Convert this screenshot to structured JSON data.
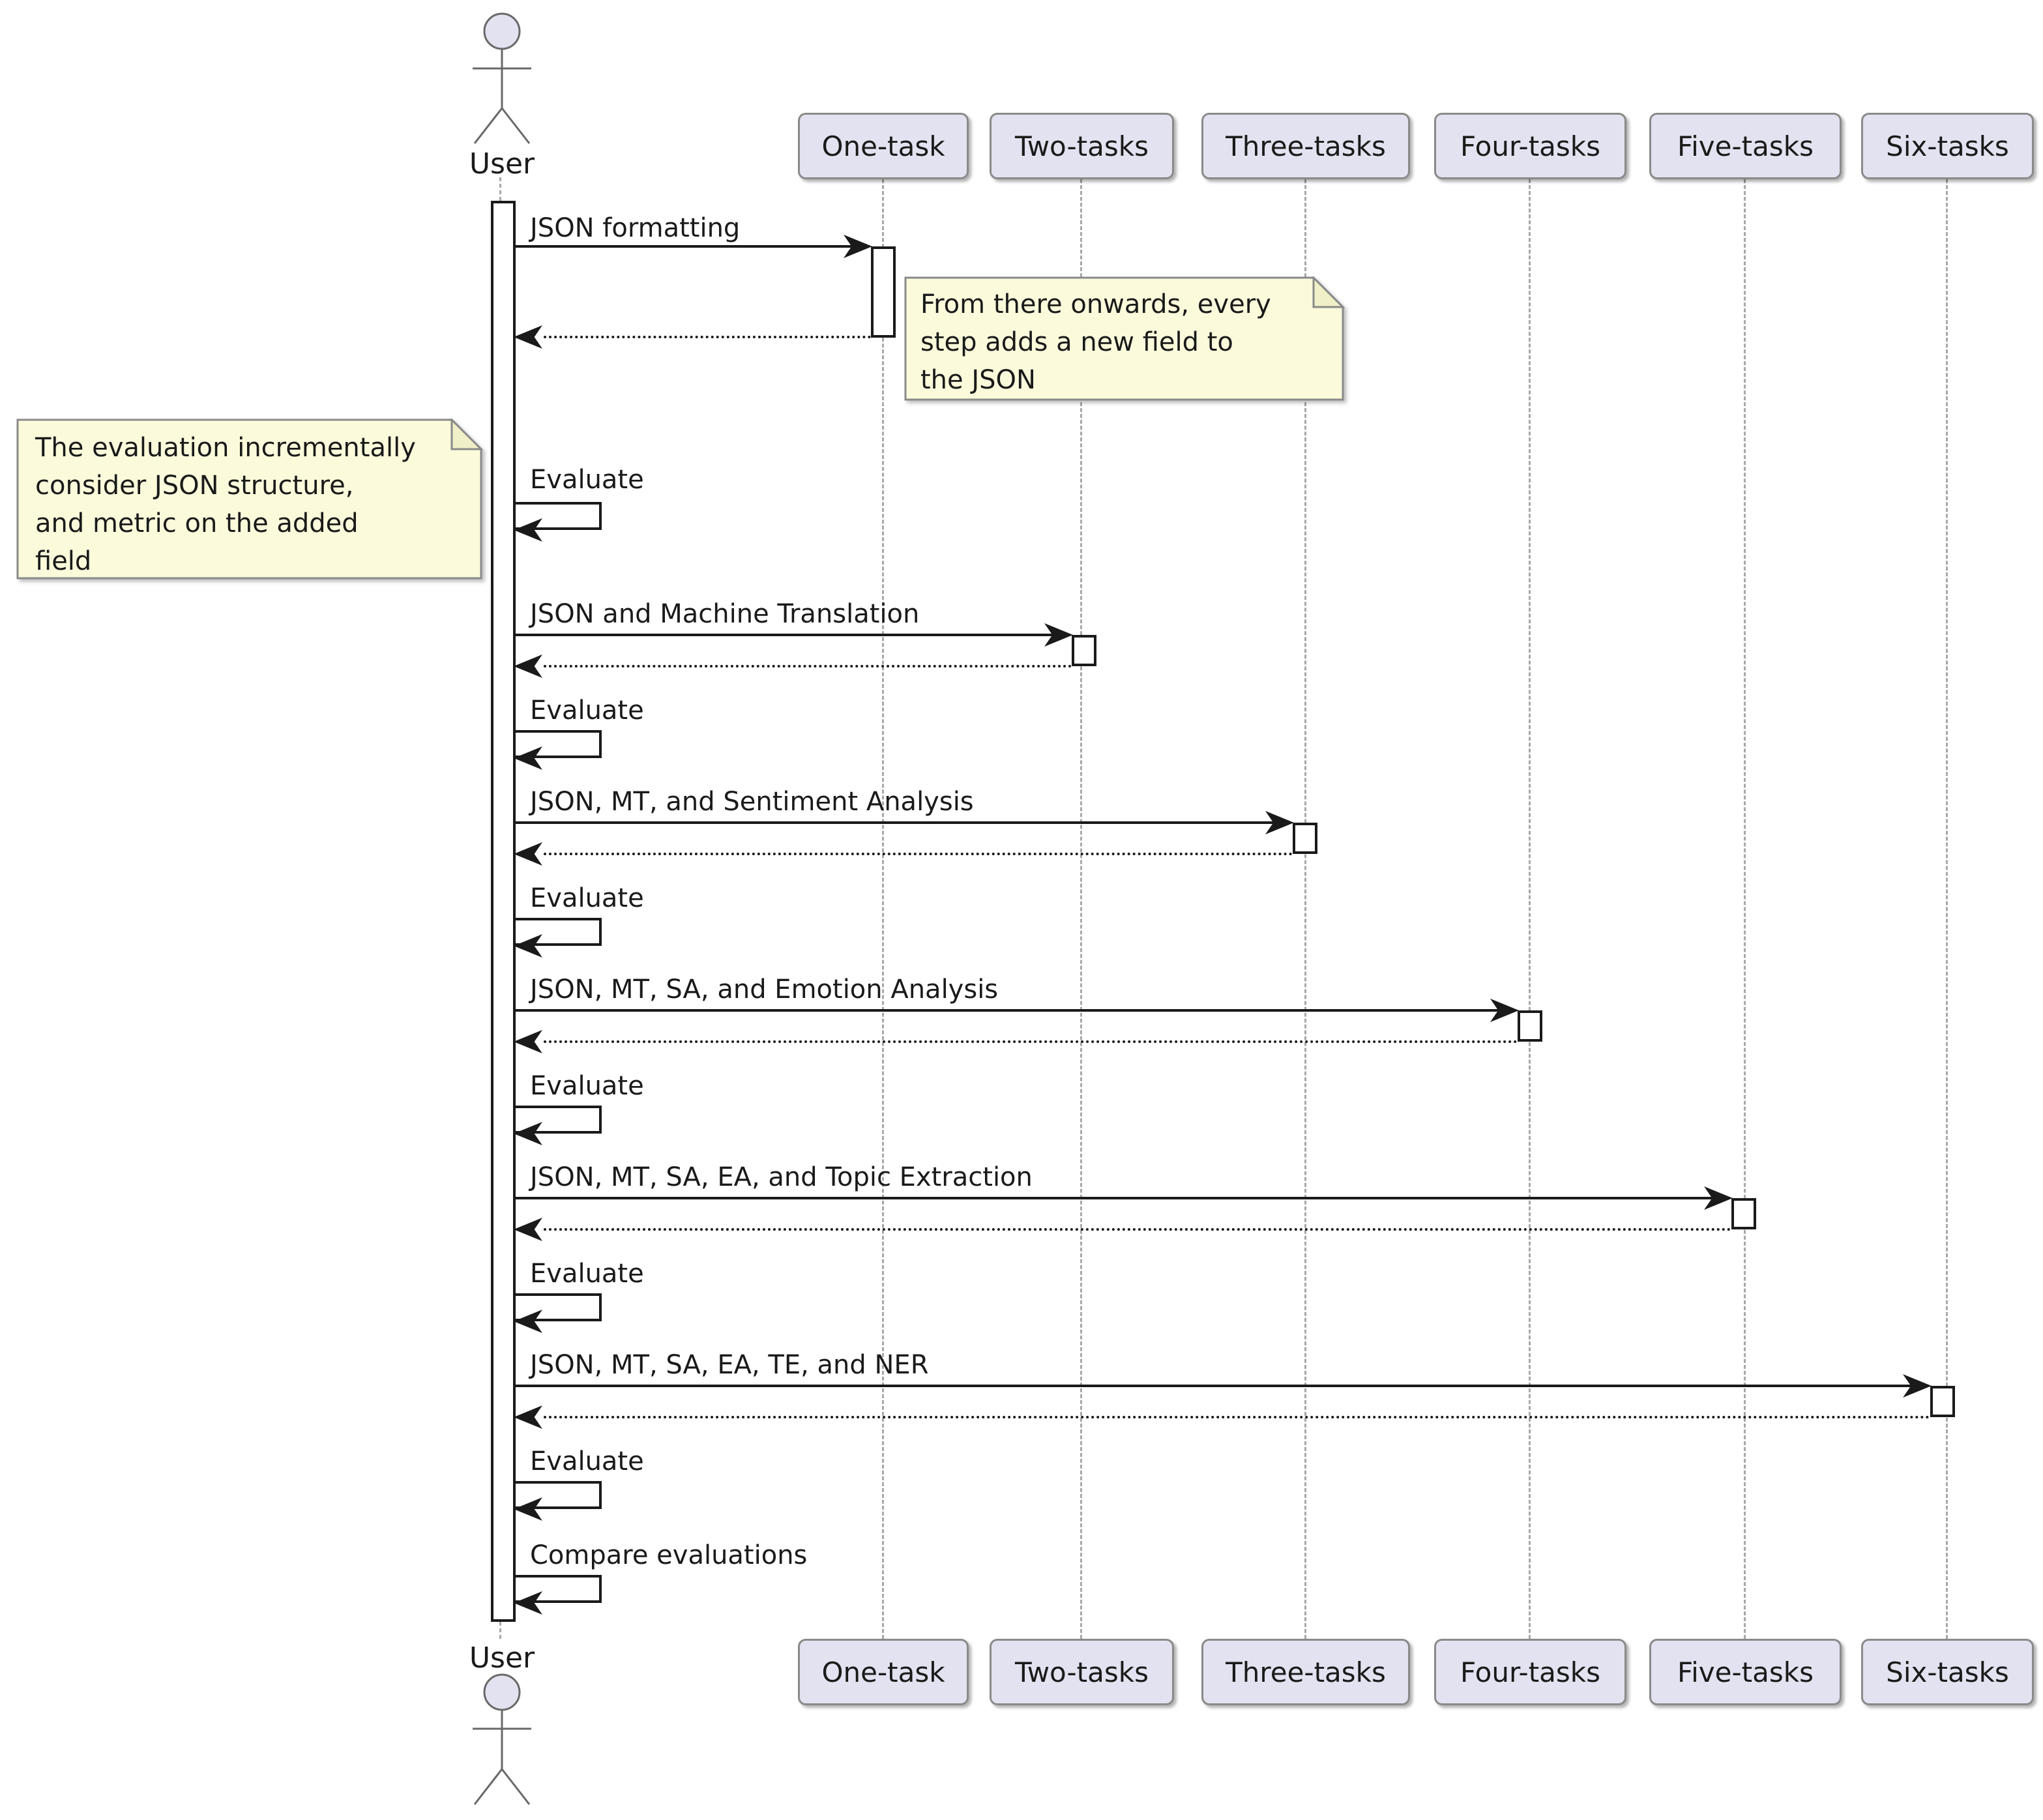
{
  "diagram": {
    "type": "uml-sequence-diagram",
    "actor": {
      "label": "User"
    },
    "participants": [
      {
        "label": "One-task"
      },
      {
        "label": "Two-tasks"
      },
      {
        "label": "Three-tasks"
      },
      {
        "label": "Four-tasks"
      },
      {
        "label": "Five-tasks"
      },
      {
        "label": "Six-tasks"
      }
    ],
    "messages": [
      {
        "label": "JSON formatting",
        "type": "call",
        "from": "User",
        "to": "One-task",
        "has_reply": true
      },
      {
        "label": "Evaluate",
        "type": "self",
        "from": "User",
        "to": "User"
      },
      {
        "label": "JSON and Machine Translation",
        "type": "call",
        "from": "User",
        "to": "Two-tasks",
        "has_reply": true
      },
      {
        "label": "Evaluate",
        "type": "self",
        "from": "User",
        "to": "User"
      },
      {
        "label": "JSON, MT, and Sentiment Analysis",
        "type": "call",
        "from": "User",
        "to": "Three-tasks",
        "has_reply": true
      },
      {
        "label": "Evaluate",
        "type": "self",
        "from": "User",
        "to": "User"
      },
      {
        "label": "JSON, MT, SA, and Emotion Analysis",
        "type": "call",
        "from": "User",
        "to": "Four-tasks",
        "has_reply": true
      },
      {
        "label": "Evaluate",
        "type": "self",
        "from": "User",
        "to": "User"
      },
      {
        "label": "JSON, MT, SA, EA, and Topic Extraction",
        "type": "call",
        "from": "User",
        "to": "Five-tasks",
        "has_reply": true
      },
      {
        "label": "Evaluate",
        "type": "self",
        "from": "User",
        "to": "User"
      },
      {
        "label": "JSON, MT, SA, EA, TE, and NER",
        "type": "call",
        "from": "User",
        "to": "Six-tasks",
        "has_reply": true
      },
      {
        "label": "Evaluate",
        "type": "self",
        "from": "User",
        "to": "User"
      },
      {
        "label": "Compare evaluations",
        "type": "self",
        "from": "User",
        "to": "User"
      }
    ],
    "notes": [
      {
        "position": "right-of-one-task",
        "text": "From there onwards, every\nstep adds a new field to\nthe JSON"
      },
      {
        "position": "left-of-user",
        "text": "The evaluation incrementally\nconsider JSON structure,\nand metric on the added\nfield"
      }
    ],
    "colors": {
      "background": "#FFFFFF",
      "participant_fill": "#E2E2F0",
      "participant_border": "#8A8A8A",
      "note_fill": "#FBFBDC",
      "note_border": "#8A8A8A",
      "message_line": "#1A1A1A",
      "lifeline": "#A8A8A8",
      "actor_stroke": "#696969",
      "text": "#1A1A1A"
    }
  }
}
